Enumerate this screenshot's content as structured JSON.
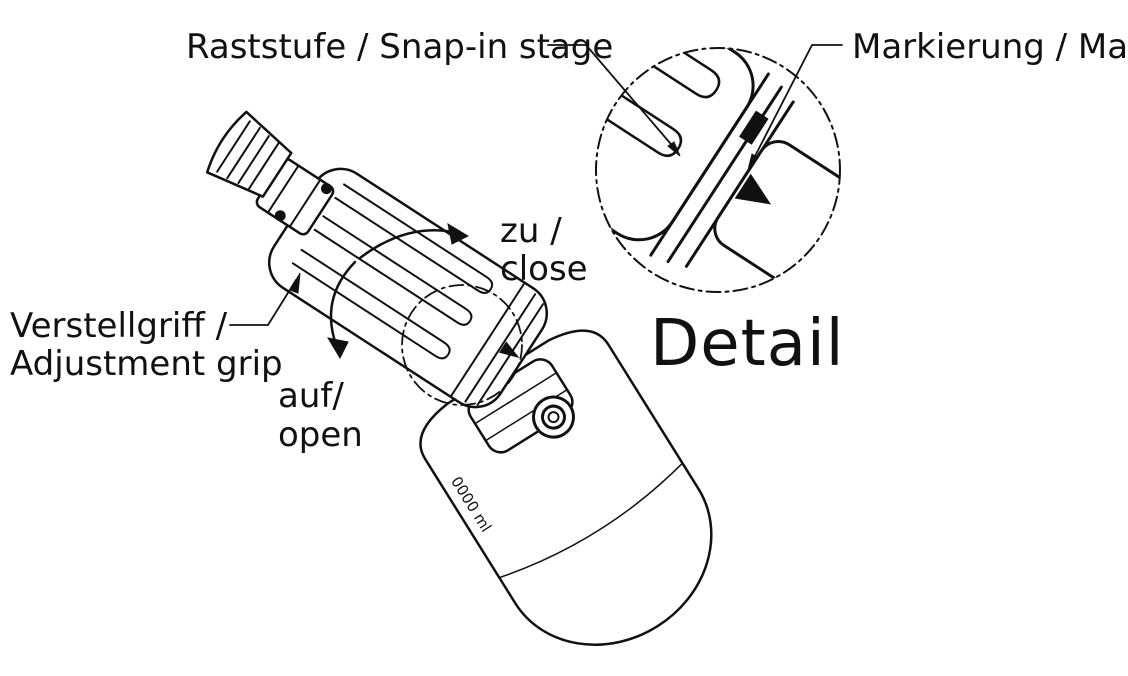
{
  "labels": {
    "snap_in_stage": "Raststufe / Snap-in stage",
    "mark": "Markierung / Mark",
    "close_line1": "zu /",
    "close_line2": "close",
    "adjust_line1": "Verstellgriff /",
    "adjust_line2": "Adjustment grip",
    "open_line1": "auf/",
    "open_line2": "open",
    "detail": "Detail",
    "bottle_volume": "0000 ml"
  },
  "colors": {
    "ink": "#111111",
    "paper": "#ffffff"
  }
}
